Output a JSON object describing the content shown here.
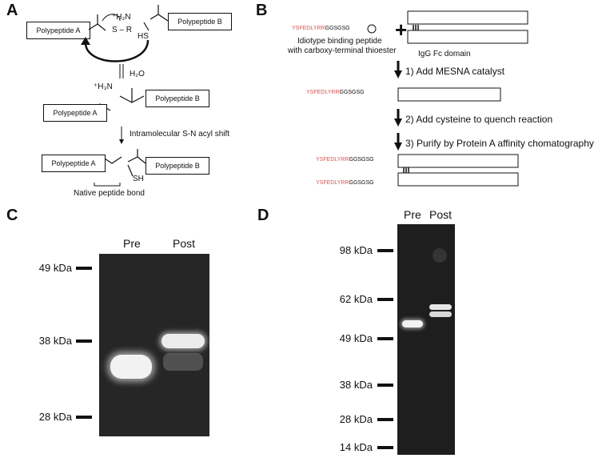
{
  "panels": {
    "A": {
      "letter": "A",
      "polypeptide_a": "Polypeptide A",
      "polypeptide_b": "Polypeptide B",
      "s_r": "S – R",
      "h3n": "⁺H₃N",
      "h2n": "⁺H₂N",
      "hs": "HS",
      "sh": "SH",
      "h2o": "H₂O",
      "shift": "Intramolecular S-N acyl shift",
      "native": "Native peptide bond"
    },
    "B": {
      "letter": "B",
      "peptide_red": "YSFEDLYRR",
      "peptide_black": "GGSGSG",
      "idiotype_l1": "Idiotype binding peptide",
      "idiotype_l2": "with carboxy-terminal thioester",
      "fc_label": "IgG Fc domain",
      "plus": "+",
      "step1": "1) Add MESNA catalyst",
      "step2": "2) Add cysteine to quench reaction",
      "step3": "3) Purify by Protein A affinity chomatography"
    },
    "C": {
      "letter": "C",
      "lanes": [
        "Pre",
        "Post"
      ],
      "markers": [
        "49 kDa",
        "38 kDa",
        "28 kDa"
      ]
    },
    "D": {
      "letter": "D",
      "lanes": [
        "Pre",
        "Post"
      ],
      "markers": [
        "98 kDa",
        "62 kDa",
        "49 kDa",
        "38 kDa",
        "28 kDa",
        "14 kDa"
      ]
    }
  }
}
